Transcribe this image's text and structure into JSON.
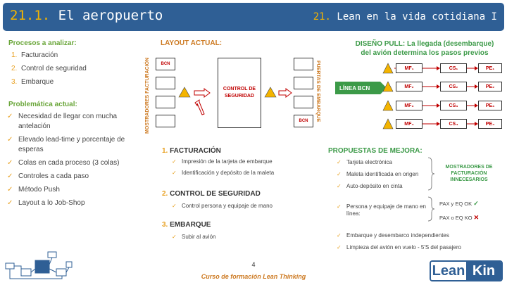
{
  "header": {
    "left_num": "21.1.",
    "left_title": " El aeropuerto",
    "right_num": "21.",
    "right_title": " Lean en la vida cotidiana I"
  },
  "procesos": {
    "title": "Procesos a analizar:",
    "items": [
      {
        "num": "1.",
        "label": "Facturación"
      },
      {
        "num": "2.",
        "label": "Control de seguridad"
      },
      {
        "num": "3.",
        "label": "Embarque"
      }
    ]
  },
  "problematica": {
    "title": "Problemática actual:",
    "items": [
      "Necesidad de llegar con mucha antelación",
      "Elevado lead-time y porcentaje de esperas",
      "Colas en cada proceso (3 colas)",
      "Controles a cada paso",
      "Método Push",
      "Layout a lo Job-Shop"
    ]
  },
  "layout_actual": {
    "title": "LAYOUT ACTUAL:",
    "left_vertical": "MOSTRADORES FACTURACIÓN",
    "right_vertical": "PUERTAS DE EMBARQUE",
    "bcn_label": "BCN",
    "control_label": "CONTROL DE SEGURIDAD"
  },
  "diseno_pull": {
    "title": "DISEÑO PULL: La llegada (desembarque) del avión determina los pasos previos",
    "linea": "LÍNEA BCN",
    "rows": [
      {
        "mf": "MF₁",
        "cs": "CS₁",
        "pe": "PE₁"
      },
      {
        "mf": "MF₂",
        "cs": "CS₂",
        "pe": "PE₂"
      },
      {
        "mf": "MF₃",
        "cs": "CS₃",
        "pe": "PE₃"
      },
      {
        "mf": "MF₄",
        "cs": "CS₄",
        "pe": "PE₄"
      }
    ]
  },
  "actual_steps": {
    "s1": {
      "num": "1.",
      "title": "FACTURACIÓN",
      "items": [
        "Impresión de la tarjeta de embarque",
        "Identificación y depósito de la maleta"
      ]
    },
    "s2": {
      "num": "2.",
      "title": "CONTROL DE SEGURIDAD",
      "items": [
        "Control persona y equipaje de mano"
      ]
    },
    "s3": {
      "num": "3.",
      "title": "EMBARQUE",
      "items": [
        "Subir al avión"
      ]
    }
  },
  "propuestas": {
    "title": "PROPUESTAS DE MEJORA:",
    "group1": [
      "Tarjeta electrónica",
      "Maleta identificada en origen",
      "Auto-depósito en cinta"
    ],
    "group1_note": "MOSTRADORES DE FACTURACIÓN INNECESARIOS",
    "group2": [
      "Persona y equipaje de mano en línea:"
    ],
    "pax_ok": "PAX y EQ OK",
    "pax_ko": "PAX o EQ KO",
    "group3": [
      "Embarque y desembarco independientes",
      "Limpieza del avión en vuelo - 5'S del pasajero"
    ]
  },
  "footer": {
    "page": "4",
    "course": "Curso de formación Lean Thinking",
    "logo_a": "Lean",
    "logo_b": "Kin"
  },
  "colors": {
    "header": "#2f5f95",
    "accent": "#f4b400",
    "green": "#6aa63a",
    "orange": "#cd7a22",
    "red": "#c00000"
  }
}
